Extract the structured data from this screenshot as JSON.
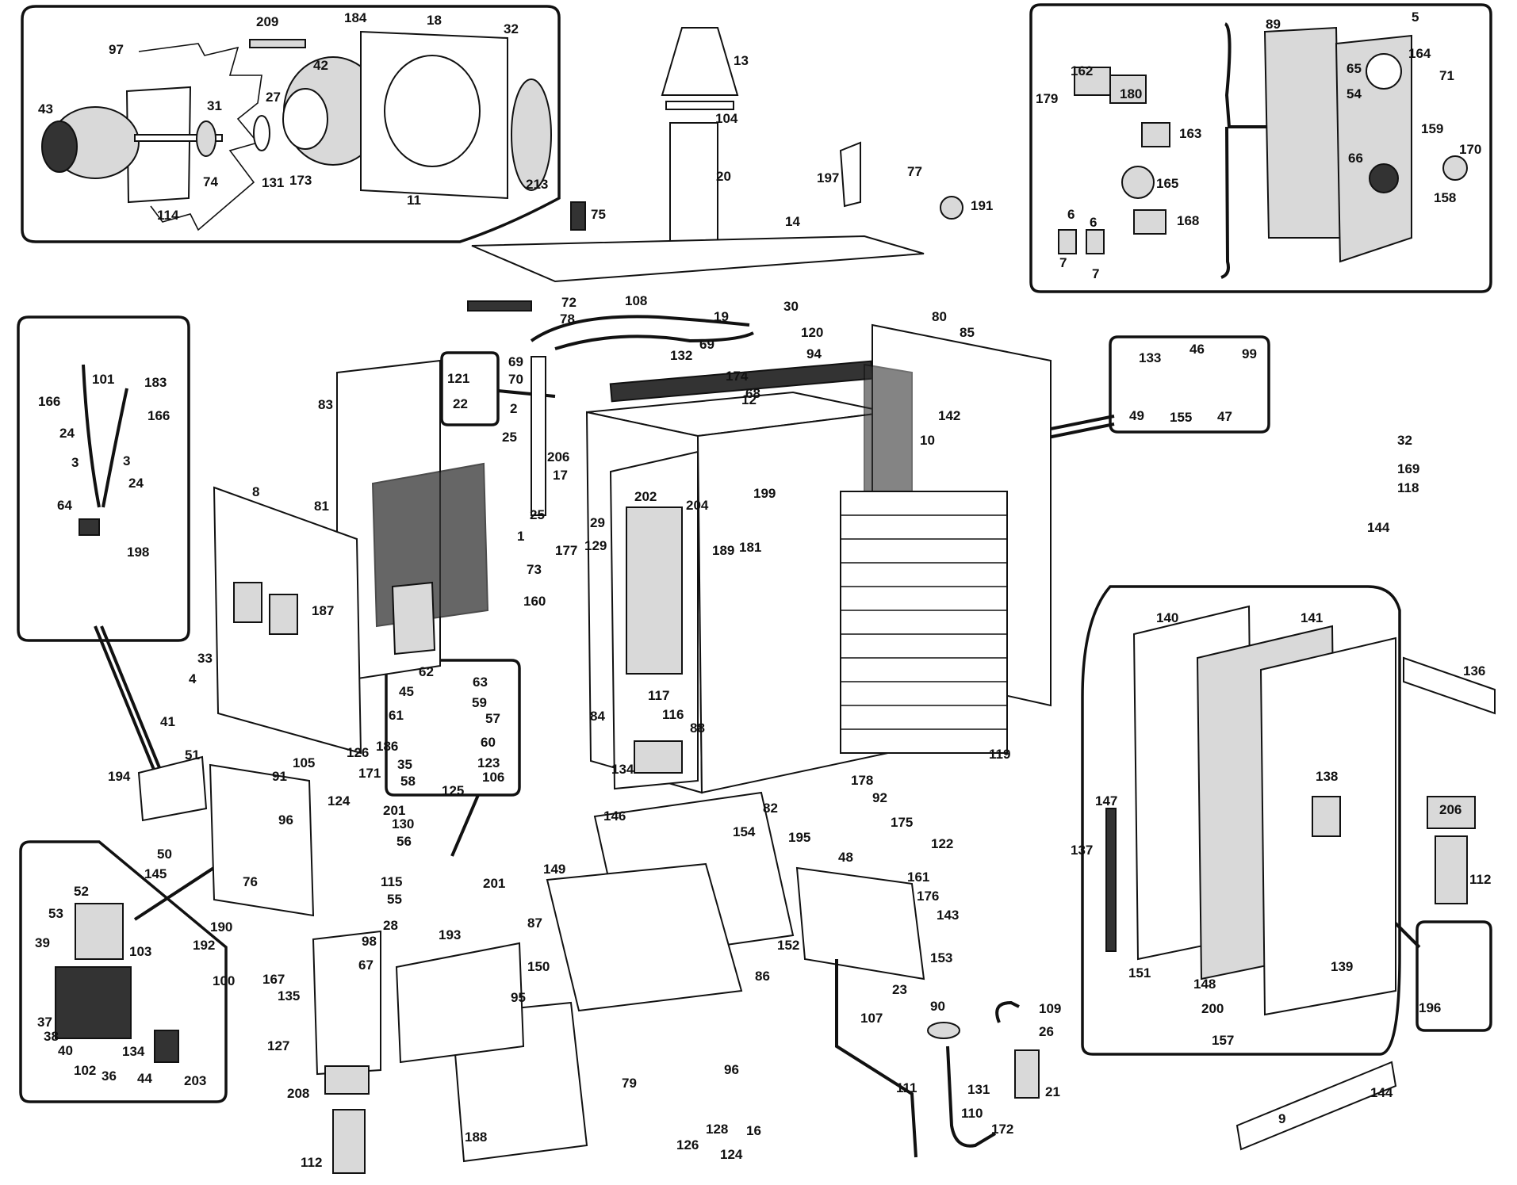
{
  "labels": [
    {
      "id": "L209",
      "text": "209"
    },
    {
      "id": "L184",
      "text": "184"
    },
    {
      "id": "L18",
      "text": "18"
    },
    {
      "id": "L32a",
      "text": "32"
    },
    {
      "id": "L97",
      "text": "97"
    },
    {
      "id": "L42",
      "text": "42"
    },
    {
      "id": "L43",
      "text": "43"
    },
    {
      "id": "L31",
      "text": "31"
    },
    {
      "id": "L27",
      "text": "27"
    },
    {
      "id": "L74",
      "text": "74"
    },
    {
      "id": "L131a",
      "text": "131"
    },
    {
      "id": "L173",
      "text": "173"
    },
    {
      "id": "L114",
      "text": "114"
    },
    {
      "id": "L11",
      "text": "11"
    },
    {
      "id": "L213",
      "text": "213"
    },
    {
      "id": "L13",
      "text": "13"
    },
    {
      "id": "L104",
      "text": "104"
    },
    {
      "id": "L20",
      "text": "20"
    },
    {
      "id": "L75",
      "text": "75"
    },
    {
      "id": "L14",
      "text": "14"
    },
    {
      "id": "L197",
      "text": "197"
    },
    {
      "id": "L77",
      "text": "77"
    },
    {
      "id": "L191",
      "text": "191"
    },
    {
      "id": "L89",
      "text": "89"
    },
    {
      "id": "L5",
      "text": "5"
    },
    {
      "id": "L164",
      "text": "164"
    },
    {
      "id": "L162",
      "text": "162"
    },
    {
      "id": "L65",
      "text": "65"
    },
    {
      "id": "L71",
      "text": "71"
    },
    {
      "id": "L179",
      "text": "179"
    },
    {
      "id": "L180",
      "text": "180"
    },
    {
      "id": "L54",
      "text": "54"
    },
    {
      "id": "L163",
      "text": "163"
    },
    {
      "id": "L159",
      "text": "159"
    },
    {
      "id": "L170",
      "text": "170"
    },
    {
      "id": "L66",
      "text": "66"
    },
    {
      "id": "L165",
      "text": "165"
    },
    {
      "id": "L158",
      "text": "158"
    },
    {
      "id": "L6a",
      "text": "6"
    },
    {
      "id": "L6b",
      "text": "6"
    },
    {
      "id": "L168",
      "text": "168"
    },
    {
      "id": "L7a",
      "text": "7"
    },
    {
      "id": "L7b",
      "text": "7"
    },
    {
      "id": "L72",
      "text": "72"
    },
    {
      "id": "L78",
      "text": "78"
    },
    {
      "id": "L108",
      "text": "108"
    },
    {
      "id": "L19",
      "text": "19"
    },
    {
      "id": "L30",
      "text": "30"
    },
    {
      "id": "L120",
      "text": "120"
    },
    {
      "id": "L94",
      "text": "94"
    },
    {
      "id": "L80",
      "text": "80"
    },
    {
      "id": "L85",
      "text": "85"
    },
    {
      "id": "L69a",
      "text": "69"
    },
    {
      "id": "L132",
      "text": "132"
    },
    {
      "id": "L69b",
      "text": "69"
    },
    {
      "id": "L174",
      "text": "174"
    },
    {
      "id": "L68",
      "text": "68"
    },
    {
      "id": "L121",
      "text": "121"
    },
    {
      "id": "L22",
      "text": "22"
    },
    {
      "id": "L70",
      "text": "70"
    },
    {
      "id": "L2",
      "text": "2"
    },
    {
      "id": "L83",
      "text": "83"
    },
    {
      "id": "L12",
      "text": "12"
    },
    {
      "id": "L133",
      "text": "133"
    },
    {
      "id": "L46",
      "text": "46"
    },
    {
      "id": "L99",
      "text": "99"
    },
    {
      "id": "L49",
      "text": "49"
    },
    {
      "id": "L155",
      "text": "155"
    },
    {
      "id": "L47",
      "text": "47"
    },
    {
      "id": "L142",
      "text": "142"
    },
    {
      "id": "L10",
      "text": "10"
    },
    {
      "id": "L25a",
      "text": "25"
    },
    {
      "id": "L206a",
      "text": "206"
    },
    {
      "id": "L17",
      "text": "17"
    },
    {
      "id": "L32b",
      "text": "32"
    },
    {
      "id": "L169",
      "text": "169"
    },
    {
      "id": "L118",
      "text": "118"
    },
    {
      "id": "L101",
      "text": "101"
    },
    {
      "id": "L183",
      "text": "183"
    },
    {
      "id": "L166a",
      "text": "166"
    },
    {
      "id": "L166b",
      "text": "166"
    },
    {
      "id": "L24a",
      "text": "24"
    },
    {
      "id": "L3a",
      "text": "3"
    },
    {
      "id": "L3b",
      "text": "3"
    },
    {
      "id": "L24b",
      "text": "24"
    },
    {
      "id": "L64",
      "text": "64"
    },
    {
      "id": "L198",
      "text": "198"
    },
    {
      "id": "L8",
      "text": "8"
    },
    {
      "id": "L81",
      "text": "81"
    },
    {
      "id": "L202",
      "text": "202"
    },
    {
      "id": "L204",
      "text": "204"
    },
    {
      "id": "L199",
      "text": "199"
    },
    {
      "id": "L29",
      "text": "29"
    },
    {
      "id": "L25b",
      "text": "25"
    },
    {
      "id": "L1",
      "text": "1"
    },
    {
      "id": "L177",
      "text": "177"
    },
    {
      "id": "L129",
      "text": "129"
    },
    {
      "id": "L189",
      "text": "189"
    },
    {
      "id": "L181",
      "text": "181"
    },
    {
      "id": "L144a",
      "text": "144"
    },
    {
      "id": "L73",
      "text": "73"
    },
    {
      "id": "L187",
      "text": "187"
    },
    {
      "id": "L160",
      "text": "160"
    },
    {
      "id": "L140",
      "text": "140"
    },
    {
      "id": "L141",
      "text": "141"
    },
    {
      "id": "L136",
      "text": "136"
    },
    {
      "id": "L33",
      "text": "33"
    },
    {
      "id": "L62",
      "text": "62"
    },
    {
      "id": "L63",
      "text": "63"
    },
    {
      "id": "L4",
      "text": "4"
    },
    {
      "id": "L45",
      "text": "45"
    },
    {
      "id": "L59",
      "text": "59"
    },
    {
      "id": "L84",
      "text": "84"
    },
    {
      "id": "L41",
      "text": "41"
    },
    {
      "id": "L61",
      "text": "61"
    },
    {
      "id": "L57",
      "text": "57"
    },
    {
      "id": "L117",
      "text": "117"
    },
    {
      "id": "L116",
      "text": "116"
    },
    {
      "id": "L88",
      "text": "88"
    },
    {
      "id": "L194",
      "text": "194"
    },
    {
      "id": "L51",
      "text": "51"
    },
    {
      "id": "L105",
      "text": "105"
    },
    {
      "id": "L126a",
      "text": "126"
    },
    {
      "id": "L186",
      "text": "186"
    },
    {
      "id": "L60",
      "text": "60"
    },
    {
      "id": "L35",
      "text": "35"
    },
    {
      "id": "L123",
      "text": "123"
    },
    {
      "id": "L91",
      "text": "91"
    },
    {
      "id": "L58",
      "text": "58"
    },
    {
      "id": "L106",
      "text": "106"
    },
    {
      "id": "L171",
      "text": "171"
    },
    {
      "id": "L125",
      "text": "125"
    },
    {
      "id": "L134",
      "text": "134"
    },
    {
      "id": "L119",
      "text": "119"
    },
    {
      "id": "L178",
      "text": "178"
    },
    {
      "id": "L138",
      "text": "138"
    },
    {
      "id": "L124a",
      "text": "124"
    },
    {
      "id": "L201a",
      "text": "201"
    },
    {
      "id": "L130",
      "text": "130"
    },
    {
      "id": "L82",
      "text": "82"
    },
    {
      "id": "L92",
      "text": "92"
    },
    {
      "id": "L147",
      "text": "147"
    },
    {
      "id": "L206b",
      "text": "206"
    },
    {
      "id": "L96a",
      "text": "96"
    },
    {
      "id": "L56",
      "text": "56"
    },
    {
      "id": "L146",
      "text": "146"
    },
    {
      "id": "L154",
      "text": "154"
    },
    {
      "id": "L175",
      "text": "175"
    },
    {
      "id": "L50",
      "text": "50"
    },
    {
      "id": "L195",
      "text": "195"
    },
    {
      "id": "L122",
      "text": "122"
    },
    {
      "id": "L137",
      "text": "137"
    },
    {
      "id": "L145",
      "text": "145"
    },
    {
      "id": "L76",
      "text": "76"
    },
    {
      "id": "L48",
      "text": "48"
    },
    {
      "id": "L115",
      "text": "115"
    },
    {
      "id": "L161",
      "text": "161"
    },
    {
      "id": "L149",
      "text": "149"
    },
    {
      "id": "L176",
      "text": "176"
    },
    {
      "id": "L201b",
      "text": "201"
    },
    {
      "id": "L55",
      "text": "55"
    },
    {
      "id": "L112a",
      "text": "112"
    },
    {
      "id": "L52",
      "text": "52"
    },
    {
      "id": "L143",
      "text": "143"
    },
    {
      "id": "L28",
      "text": "28"
    },
    {
      "id": "L53",
      "text": "53"
    },
    {
      "id": "L190",
      "text": "190"
    },
    {
      "id": "L98",
      "text": "98"
    },
    {
      "id": "L87",
      "text": "87"
    },
    {
      "id": "L193",
      "text": "193"
    },
    {
      "id": "L39",
      "text": "39"
    },
    {
      "id": "L103",
      "text": "103"
    },
    {
      "id": "L152",
      "text": "152"
    },
    {
      "id": "L153",
      "text": "153"
    },
    {
      "id": "L192",
      "text": "192"
    },
    {
      "id": "L67",
      "text": "67"
    },
    {
      "id": "L139",
      "text": "139"
    },
    {
      "id": "L150",
      "text": "150"
    },
    {
      "id": "L100",
      "text": "100"
    },
    {
      "id": "L86",
      "text": "86"
    },
    {
      "id": "L167",
      "text": "167"
    },
    {
      "id": "L151",
      "text": "151"
    },
    {
      "id": "L135",
      "text": "135"
    },
    {
      "id": "L148",
      "text": "148"
    },
    {
      "id": "L23",
      "text": "23"
    },
    {
      "id": "L95",
      "text": "95"
    },
    {
      "id": "L37",
      "text": "37"
    },
    {
      "id": "L90",
      "text": "90"
    },
    {
      "id": "L109",
      "text": "109"
    },
    {
      "id": "L200",
      "text": "200"
    },
    {
      "id": "L196",
      "text": "196"
    },
    {
      "id": "L38",
      "text": "38"
    },
    {
      "id": "L40",
      "text": "40"
    },
    {
      "id": "L107",
      "text": "107"
    },
    {
      "id": "L26",
      "text": "26"
    },
    {
      "id": "L127",
      "text": "127"
    },
    {
      "id": "L157",
      "text": "157"
    },
    {
      "id": "L134b",
      "text": "134"
    },
    {
      "id": "L102",
      "text": "102"
    },
    {
      "id": "L36",
      "text": "36"
    },
    {
      "id": "L44",
      "text": "44"
    },
    {
      "id": "L203",
      "text": "203"
    },
    {
      "id": "L79",
      "text": "79"
    },
    {
      "id": "L96b",
      "text": "96"
    },
    {
      "id": "L111",
      "text": "111"
    },
    {
      "id": "L131b",
      "text": "131"
    },
    {
      "id": "L21",
      "text": "21"
    },
    {
      "id": "L144b",
      "text": "144"
    },
    {
      "id": "L208",
      "text": "208"
    },
    {
      "id": "L128",
      "text": "128"
    },
    {
      "id": "L16",
      "text": "16"
    },
    {
      "id": "L110",
      "text": "110"
    },
    {
      "id": "L9",
      "text": "9"
    },
    {
      "id": "L188",
      "text": "188"
    },
    {
      "id": "L172",
      "text": "172"
    },
    {
      "id": "L112b",
      "text": "112"
    },
    {
      "id": "L126b",
      "text": "126"
    },
    {
      "id": "L124b",
      "text": "124"
    }
  ]
}
